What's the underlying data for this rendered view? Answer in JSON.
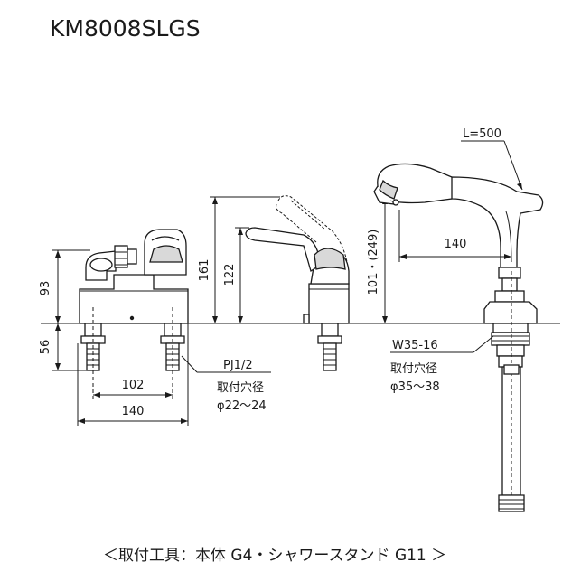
{
  "title": "KM8008SLGS",
  "footer": "＜取付工具：本体 G4・シャワースタンド G11 ＞",
  "dimensions": {
    "height_93": "93",
    "height_56": "56",
    "width_102": "102",
    "width_140_base": "140",
    "height_161": "161",
    "height_122": "122",
    "height_101_249": "101・(249)",
    "width_140_spout": "140",
    "hose_length": "L=500"
  },
  "callouts": {
    "pipe_thread": "PJ1/2",
    "mount_hole_label_left": "取付穴径",
    "mount_hole_dia_left": "φ22～24",
    "shower_thread": "W35-16",
    "mount_hole_label_right": "取付穴径",
    "mount_hole_dia_right": "φ35～38"
  }
}
